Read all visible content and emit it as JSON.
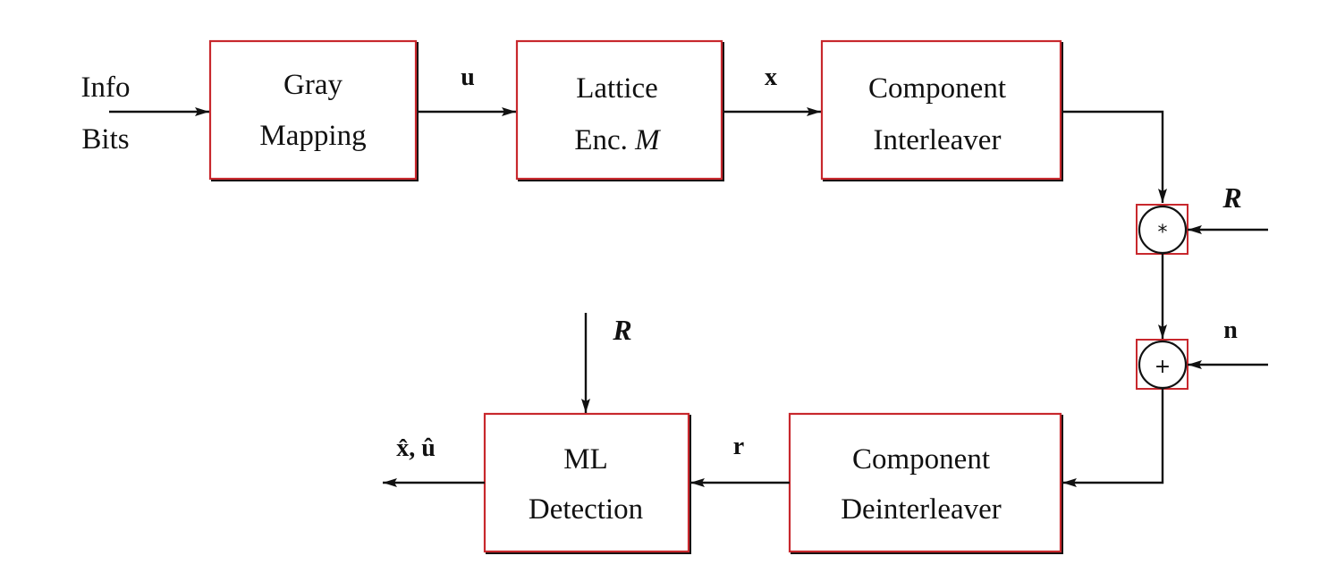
{
  "input": {
    "line1": "Info",
    "line2": "Bits"
  },
  "blocks": {
    "gray_mapping": {
      "line1": "Gray",
      "line2": "Mapping"
    },
    "lattice_encoder": {
      "line1": "Lattice",
      "line2_prefix": "Enc. ",
      "line2_var": "M"
    },
    "component_interleaver": {
      "line1": "Component",
      "line2": "Interleaver"
    },
    "component_deinterleaver": {
      "line1": "Component",
      "line2": "Deinterleaver"
    },
    "ml_detection": {
      "line1": "ML",
      "line2": "Detection"
    }
  },
  "signals": {
    "u": "u",
    "x": "x",
    "R_top": "R",
    "n": "n",
    "r": "r",
    "R_bottom": "R",
    "output": "x̂, û"
  },
  "operators": {
    "multiply": "*",
    "add": "+"
  }
}
